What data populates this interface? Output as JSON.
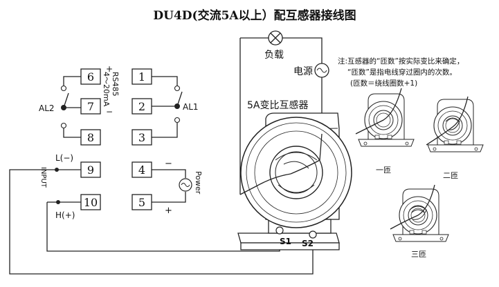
{
  "title": "DU4D(交流5A以上）配互感器接线图",
  "terminals": [
    "6",
    "7",
    "8",
    "1",
    "2",
    "3",
    "9",
    "10",
    "4",
    "5"
  ],
  "labels": {
    "rs485": "RS485",
    "analog": "4～20mA",
    "plus": "+",
    "minus": "−",
    "al2": "AL2",
    "al1": "AL1",
    "l_minus": "L(−)",
    "h_plus": "H(+)",
    "input": "INPUT",
    "power": "Power",
    "power_minus": "−",
    "power_plus": "+",
    "load": "负载",
    "source": "电源",
    "ct": "5A变比互感器",
    "s1": "S1",
    "s2": "S2"
  },
  "note": {
    "line1": "注:互感器的“匝数”按实际变比来确定，",
    "line2": "“匝数”是指电线穿过圈内的次数。",
    "line3": "(匝数＝绕线圈数+1)"
  },
  "turn_labels": [
    "一匝",
    "二匝",
    "三匝"
  ]
}
